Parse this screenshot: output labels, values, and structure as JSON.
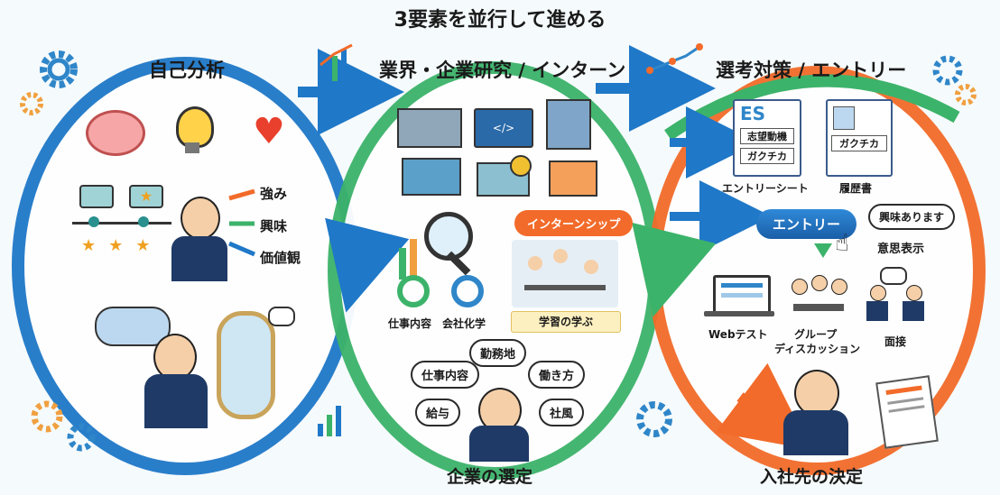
{
  "title": "3要素を並行して進める",
  "sections": {
    "self": "自己分析",
    "industry": "業界・企業研究 / インターン",
    "selection": "選考対策 / エントリー"
  },
  "self_items": {
    "strength": "強み",
    "interest": "興味",
    "values": "価値観"
  },
  "industry_items": {
    "job_content": "仕事内容",
    "culture": "会社化学",
    "internship": "インターンシップ",
    "learning": "学習の学ぶ"
  },
  "bubbles": [
    "勤務地",
    "仕事内容",
    "働き方",
    "給与",
    "社風"
  ],
  "company_selection": "企業の選定",
  "selection_items": {
    "es_title": "ES",
    "es_line1": "志望動機",
    "es_line2": "ガクチカ",
    "entry_sheet": "エントリーシート",
    "resume": "履歴書",
    "resume_line": "ガクチカ",
    "entry_button": "エントリー",
    "interest_bubble": "興味あります",
    "intent": "意思表示",
    "web_test": "Webテスト",
    "group_discussion_1": "グループ",
    "group_discussion_2": "ディスカッション",
    "interview": "面接"
  },
  "decision": "入社先の決定",
  "colors": {
    "blue": "#1f78c8",
    "green": "#3cb36a",
    "orange": "#f26b2a",
    "gear": "#2f86c9",
    "gear_orange": "#f0a040"
  }
}
